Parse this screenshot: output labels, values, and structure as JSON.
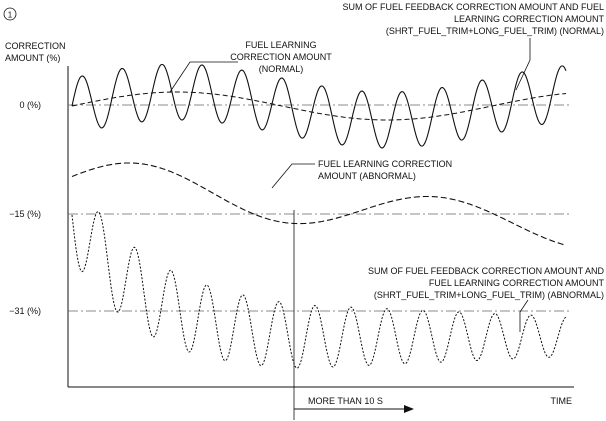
{
  "figure_marker": "1",
  "y_axis_title": [
    "CORRECTION",
    "AMOUNT (%)"
  ],
  "x_axis_label": "TIME",
  "reference_lines": [
    {
      "label": "0 (%)",
      "value": 0
    },
    {
      "label": "−15 (%)",
      "value": -15
    },
    {
      "label": "−31 (%)",
      "value": -31
    }
  ],
  "annotations": {
    "normal_learning": [
      "FUEL LEARNING",
      "CORRECTION AMOUNT",
      "(NORMAL)"
    ],
    "normal_sum": [
      "SUM OF FUEL FEEDBACK CORRECTION AMOUNT AND FUEL",
      "LEARNING CORRECTION AMOUNT",
      "(SHRT_FUEL_TRIM+LONG_FUEL_TRIM) (NORMAL)"
    ],
    "abnormal_learning": [
      "FUEL LEARNING CORRECTION",
      "AMOUNT (ABNORMAL)"
    ],
    "abnormal_sum": [
      "SUM OF FUEL FEEDBACK CORRECTION AMOUNT AND",
      "FUEL LEARNING CORRECTION AMOUNT",
      "(SHRT_FUEL_TRIM+LONG_FUEL_TRIM) (ABNORMAL)"
    ]
  },
  "duration_label": "MORE THAN 10 S",
  "colors": {
    "line": "#111111",
    "reference": "#666666"
  }
}
